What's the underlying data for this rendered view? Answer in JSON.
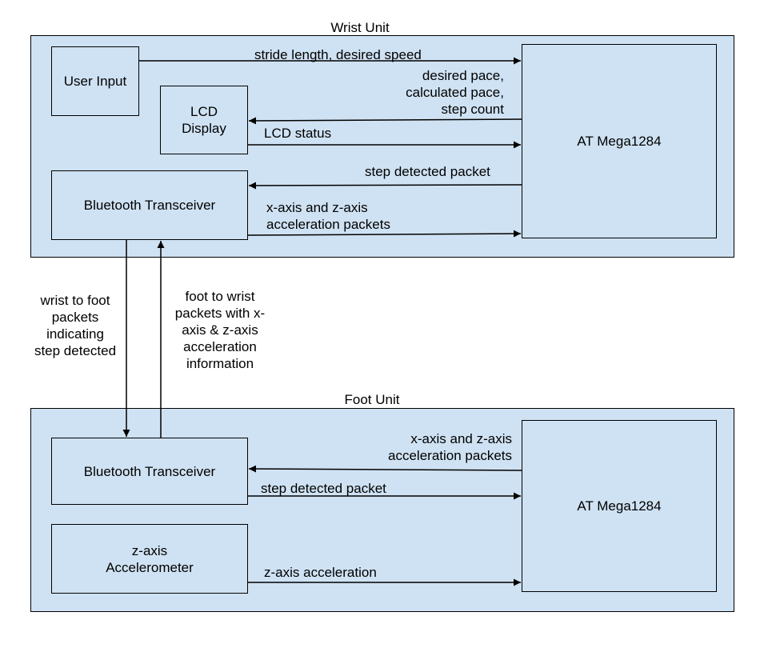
{
  "wrist_unit": {
    "title": "Wrist Unit",
    "blocks": {
      "user_input": "User Input",
      "lcd_display": "LCD\nDisplay",
      "bluetooth": "Bluetooth Transceiver",
      "mcu": "AT Mega1284"
    },
    "signals": {
      "stride": "stride length, desired speed",
      "pace": "desired pace,\ncalculated pace,\nstep count",
      "lcd_status": "LCD status",
      "step_detected": "step detected packet",
      "accel_packets": "x-axis and z-axis\nacceleration packets"
    }
  },
  "link": {
    "wrist_to_foot": "wrist to foot\npackets\nindicating\nstep detected",
    "foot_to_wrist": "foot to wrist\npackets with x-\naxis & z-axis\nacceleration\ninformation"
  },
  "foot_unit": {
    "title": "Foot Unit",
    "blocks": {
      "bluetooth": "Bluetooth Transceiver",
      "accelerometer": "z-axis\nAccelerometer",
      "mcu": "AT Mega1284"
    },
    "signals": {
      "accel_packets": "x-axis and z-axis\nacceleration packets",
      "step_detected": "step detected packet",
      "z_accel": "z-axis acceleration"
    }
  }
}
